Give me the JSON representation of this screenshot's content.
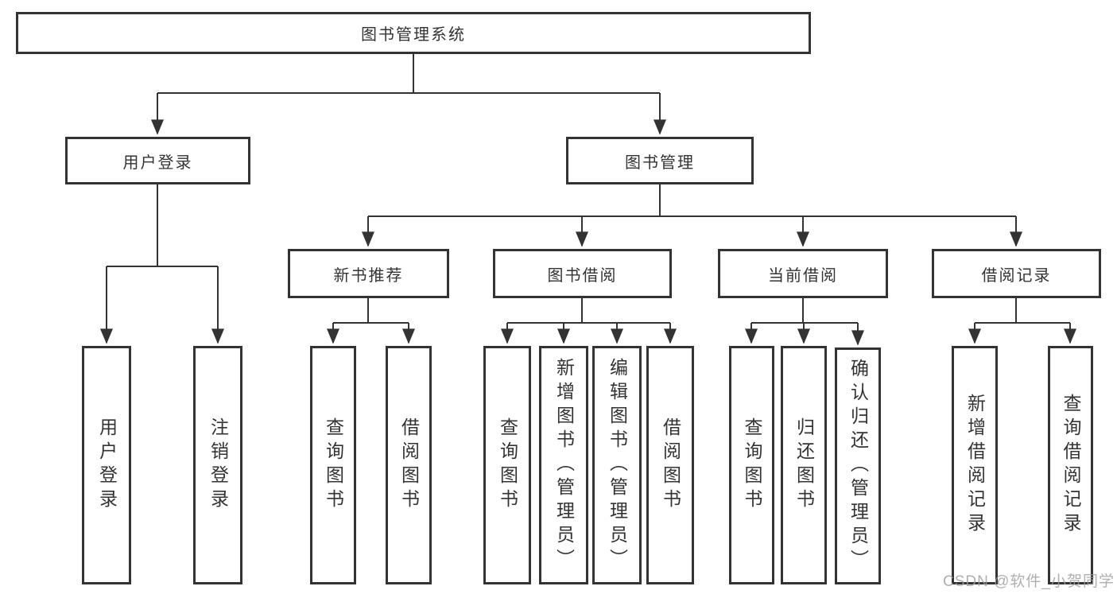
{
  "diagram": {
    "type": "hierarchy-tree",
    "line_color": "#333333",
    "box_border_color": "#333333",
    "text_color": "#333333",
    "background_color": "#ffffff"
  },
  "nodes": {
    "root": {
      "label": "图书管理系统"
    },
    "user_login": {
      "label": "用户登录"
    },
    "book_mgmt": {
      "label": "图书管理"
    },
    "new_rec": {
      "label": "新书推荐"
    },
    "book_borrow": {
      "label": "图书借阅"
    },
    "cur_borrow": {
      "label": "当前借阅"
    },
    "borrow_rec": {
      "label": "借阅记录"
    },
    "leaf_user_login": {
      "label": "用户登录"
    },
    "leaf_logout": {
      "label": "注销登录"
    },
    "leaf_rec_query": {
      "label": "查询图书"
    },
    "leaf_rec_borrow": {
      "label": "借阅图书"
    },
    "leaf_bb_query": {
      "label": "查询图书"
    },
    "leaf_bb_add": {
      "label": "新增图书（管理员）"
    },
    "leaf_bb_edit": {
      "label": "编辑图书（管理员）"
    },
    "leaf_bb_borrow": {
      "label": "借阅图书"
    },
    "leaf_cb_query": {
      "label": "查询图书"
    },
    "leaf_cb_return": {
      "label": "归还图书"
    },
    "leaf_cb_confirm": {
      "label": "确认归还（管理员）"
    },
    "leaf_br_add": {
      "label": "新增借阅记录"
    },
    "leaf_br_query": {
      "label": "查询借阅记录"
    }
  },
  "hierarchy": {
    "图书管理系统": {
      "用户登录": [
        "用户登录",
        "注销登录"
      ],
      "图书管理": {
        "新书推荐": [
          "查询图书",
          "借阅图书"
        ],
        "图书借阅": [
          "查询图书",
          "新增图书（管理员）",
          "编辑图书（管理员）",
          "借阅图书"
        ],
        "当前借阅": [
          "查询图书",
          "归还图书",
          "确认归还（管理员）"
        ],
        "借阅记录": [
          "新增借阅记录",
          "查询借阅记录"
        ]
      }
    }
  },
  "watermark": {
    "text": "CSDN @软件_小贺同学"
  }
}
